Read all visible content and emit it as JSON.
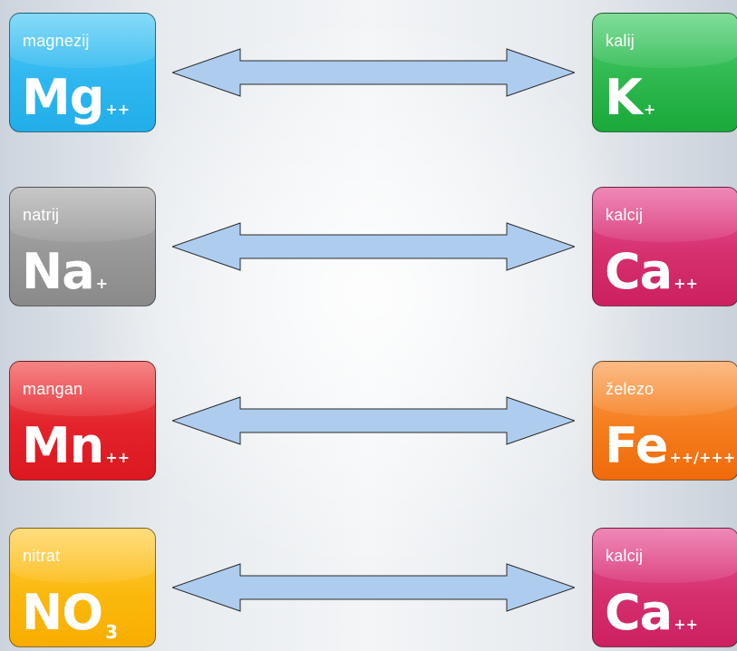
{
  "pairs": [
    {
      "left": {
        "name": "magnezij",
        "symbol": "Mg",
        "charge": "++",
        "subscript": "",
        "color": "#2fb7f0"
      },
      "right": {
        "name": "kalij",
        "symbol": "K",
        "charge": "+",
        "subscript": "",
        "color": "#2fb84f"
      }
    },
    {
      "left": {
        "name": "natrij",
        "symbol": "Na",
        "charge": "+",
        "subscript": "",
        "color": "#989898"
      },
      "right": {
        "name": "kalcij",
        "symbol": "Ca",
        "charge": "++",
        "subscript": "",
        "color": "#d6306f"
      }
    },
    {
      "left": {
        "name": "mangan",
        "symbol": "Mn",
        "charge": "++",
        "subscript": "",
        "color": "#e3222b"
      },
      "right": {
        "name": "železo",
        "symbol": "Fe",
        "charge": "++/+++",
        "subscript": "",
        "color": "#f57e1e"
      }
    },
    {
      "left": {
        "name": "nitrat",
        "symbol": "NO",
        "charge": "",
        "subscript": "3",
        "color": "#fbb90d"
      },
      "right": {
        "name": "kalcij",
        "symbol": "Ca",
        "charge": "++",
        "subscript": "",
        "color": "#d6306f"
      }
    }
  ],
  "arrow": {
    "type": "double-headed-arrow",
    "fill": "#aecdee"
  }
}
